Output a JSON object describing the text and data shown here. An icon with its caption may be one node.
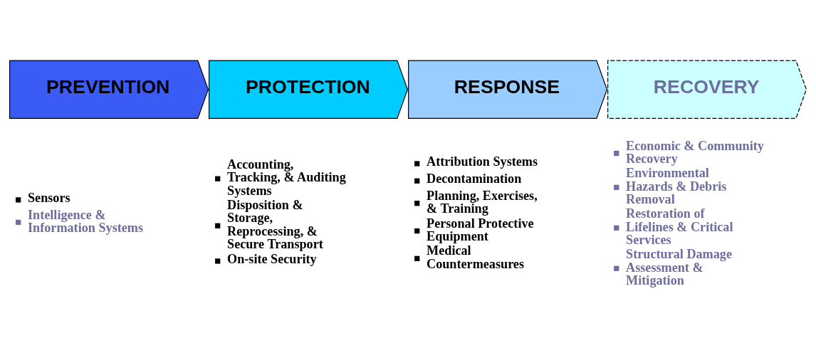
{
  "diagram": {
    "nodes": [
      {
        "text": [
          "PREVENTION"
        ],
        "beside": [
          "Sensors",
          "Intelligence & Information Systems"
        ]
      },
      {
        "text": [
          "PROTECTION"
        ],
        "beside": [
          "Accounting, Tracking, & Auditing Systems",
          "Disposition & Storage, Reprocessing, & Secure Transport",
          "On-site Security"
        ]
      },
      {
        "text": [
          "RESPONSE"
        ],
        "beside": [
          "Attribution Systems",
          "Decontamination",
          "Planning, Exercises, & Training",
          "Personal Protective Equipment",
          "Medical Countermeasures"
        ]
      },
      {
        "text": [
          "RECOVERY"
        ],
        "beside": [
          "Economic & Community Recovery",
          "Environmental Hazards & Debris Removal",
          "Restoration of Lifelines & Critical Services",
          "Structural Damage Assessment & Mitigation"
        ]
      }
    ],
    "edges": []
  }
}
